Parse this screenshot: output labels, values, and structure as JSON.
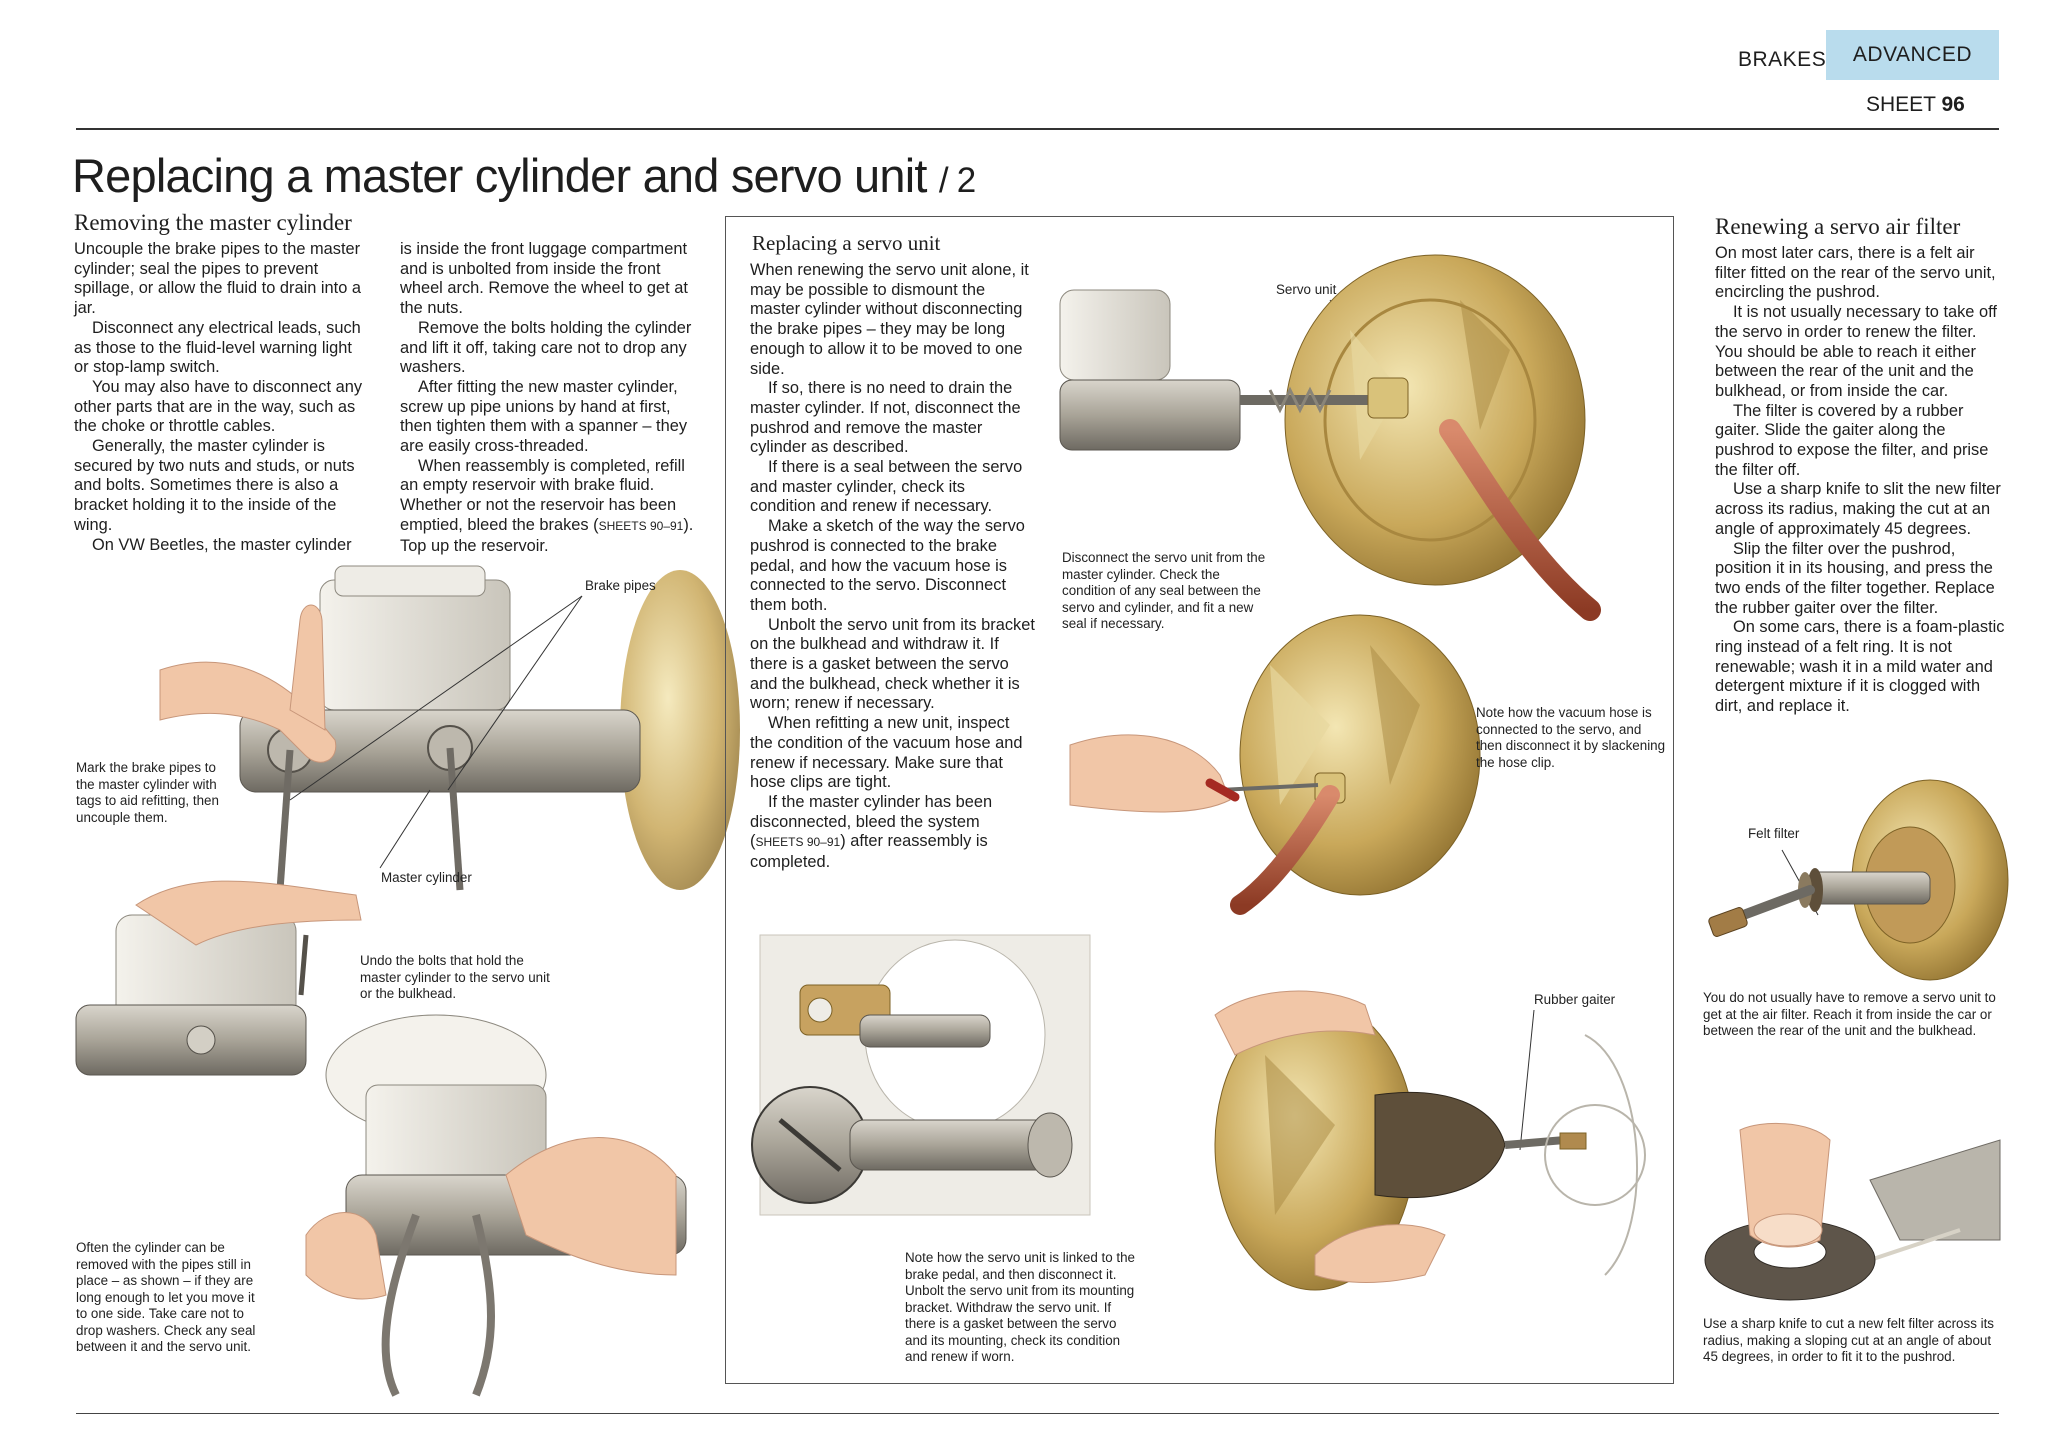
{
  "header": {
    "section": "BRAKES",
    "level": "ADVANCED",
    "sheet_label": "SHEET",
    "sheet_number": "96"
  },
  "title": {
    "main": "Replacing a master cylinder and servo unit",
    "part": "/ 2"
  },
  "removing": {
    "heading": "Removing the master cylinder",
    "col1": [
      "Uncouple the brake pipes to the master cylinder; seal the pipes to prevent spillage, or allow the fluid to drain into a jar.",
      "Disconnect any electrical leads, such as those to the fluid-level warning light or stop-lamp switch.",
      "You may also have to disconnect any other parts that are in the way, such as the choke or throttle cables.",
      "Generally, the master cylinder is secured by two nuts and studs, or nuts and bolts. Sometimes there is also a bracket holding it to the inside of the wing.",
      "On VW Beetles, the master cylinder"
    ],
    "col2": [
      "is inside the front luggage compartment and is unbolted from inside the front wheel arch. Remove the wheel to get at the nuts.",
      "Remove the bolts holding the cylinder and lift it off, taking care not to drop any washers.",
      "After fitting the new master cylinder, screw up pipe unions by hand at first, then tighten them with a spanner – they are easily cross-threaded."
    ],
    "col2_last_pre": "When reassembly is completed, refill an empty reservoir with brake fluid. Whether or not the reservoir has been emptied, bleed the brakes (",
    "col2_last_ref": "SHEETS 90–91",
    "col2_last_post": "). Top up the reservoir."
  },
  "servo": {
    "heading": "Replacing a servo unit",
    "paras": [
      "When renewing the servo unit alone, it may be possible to dismount the master cylinder without disconnecting the brake pipes – they may be long enough to allow it to be moved to one side.",
      "If so, there is no need to drain the master cylinder. If not, disconnect the pushrod and remove the master cylinder as described.",
      "If there is a seal between the servo and master cylinder, check its condition and renew if necessary.",
      "Make a sketch of the way the servo pushrod is connected to the brake pedal, and how the vacuum hose is connected to the servo. Disconnect them both.",
      "Unbolt the servo unit from its bracket on the bulkhead and withdraw it. If there is a gasket between the servo and the bulkhead, check whether it is worn; renew if necessary.",
      "When refitting a new unit, inspect the condition of the vacuum hose and renew if necessary. Make sure that hose clips are tight."
    ],
    "last_pre": "If the master cylinder has been disconnected, bleed the system (",
    "last_ref": "SHEETS 90–91",
    "last_post": ") after reassembly is completed."
  },
  "filter": {
    "heading": "Renewing a servo air filter",
    "paras": [
      "On most later cars, there is a felt air filter fitted on the rear of the servo unit, encircling the pushrod.",
      "It is not usually necessary to take off the servo in order to renew the filter. You should be able to reach it either between the rear of the unit and the bulkhead, or from inside the car.",
      "The filter is covered by a rubber gaiter. Slide the gaiter along the pushrod to expose the filter, and prise the filter off.",
      "Use a sharp knife to slit the new filter across its radius, making the cut at an angle of approximately 45 degrees.",
      "Slip the filter over the pushrod, position it in its housing, and press the two ends of the filter together. Replace the rubber gaiter over the filter.",
      "On some cars, there is a foam-plastic ring instead of a felt ring. It is not renewable; wash it in a mild water and detergent mixture if it is clogged with dirt, and replace it."
    ]
  },
  "labels": {
    "brake_pipes": "Brake pipes",
    "master_cylinder": "Master cylinder",
    "servo_unit": "Servo unit",
    "rubber_gaiter": "Rubber gaiter",
    "felt_filter": "Felt filter"
  },
  "captions": {
    "mark_pipes": "Mark the brake pipes to the master cylinder with tags to aid refitting, then uncouple them.",
    "undo_bolts": "Undo the bolts that hold the master cylinder to the servo unit or the bulkhead.",
    "often_removed": "Often the cylinder can be removed with the pipes still in place – as shown – if they are long enough to let you move it to one side. Take care not to drop washers. Check any seal between it and the servo unit.",
    "disconnect_servo": "Disconnect the servo unit from the master cylinder. Check the condition of any seal between the servo and cylinder, and fit a new seal if necessary.",
    "vacuum_hose": "Note how the vacuum hose is connected to the servo, and then disconnect it by slackening the hose clip.",
    "pedal_link": "Note how the servo unit is linked to the brake pedal, and then disconnect it. Unbolt the servo unit from its mounting bracket. Withdraw the servo unit. If there is a gasket between the servo and its mounting, check its condition and renew if worn.",
    "no_remove": "You do not usually have to remove a servo unit to get at the air filter. Reach it from inside the car or between the rear of the unit and the bulkhead.",
    "knife_cut": "Use a sharp knife to cut a new felt filter across its radius, making a sloping cut at an angle of about 45 degrees, in order to fit it to the pushrod."
  },
  "colors": {
    "tab_blue": "#b9dced",
    "servo_gold": "#c9a85a",
    "hose_red": "#b5553c",
    "metal_grey": "#a9a498",
    "skin": "#f1c6a7"
  }
}
